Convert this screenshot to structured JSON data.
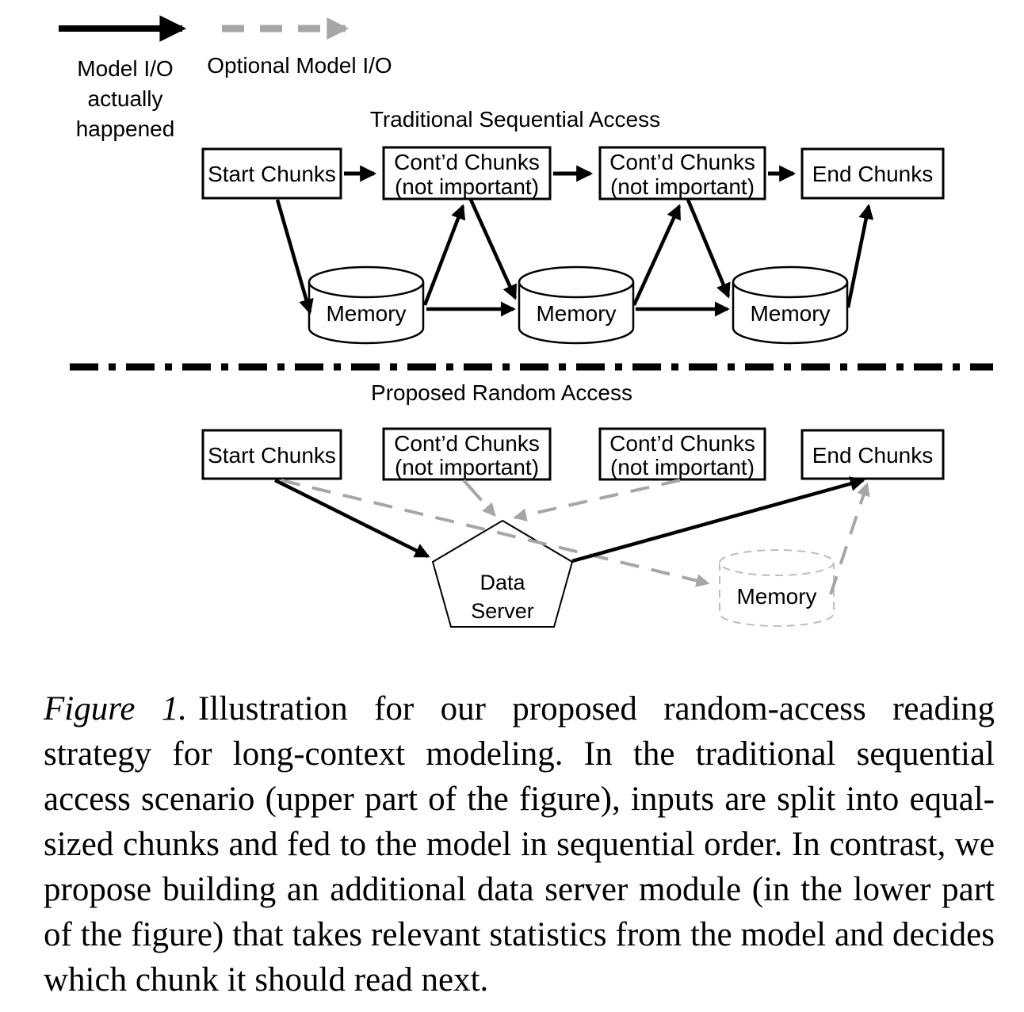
{
  "colors": {
    "line_black": "#000000",
    "optional_gray": "#a6a6a6",
    "memory_dashed_gray": "#bdbdbd",
    "background": "#ffffff"
  },
  "legend": {
    "model_io": {
      "lines": [
        "Model I/O",
        "actually",
        "happened"
      ]
    },
    "optional_model_io": {
      "label": "Optional Model I/O"
    }
  },
  "traditional": {
    "title": "Traditional Sequential Access",
    "start_box": "Start Chunks",
    "contd_box_1": {
      "line1": "Cont’d Chunks",
      "line2": "(not important)"
    },
    "contd_box_2": {
      "line1": "Cont’d Chunks",
      "line2": "(not important)"
    },
    "end_box": "End Chunks",
    "memory_1": "Memory",
    "memory_2": "Memory",
    "memory_3": "Memory"
  },
  "proposed": {
    "title": "Proposed Random Access",
    "start_box": "Start Chunks",
    "contd_box_1": {
      "line1": "Cont’d Chunks",
      "line2": "(not important)"
    },
    "contd_box_2": {
      "line1": "Cont’d Chunks",
      "line2": "(not important)"
    },
    "end_box": "End Chunks",
    "data_server": {
      "line1": "Data",
      "line2": "Server"
    },
    "memory": "Memory"
  },
  "caption": {
    "figure_label": "Figure 1.",
    "text": "Illustration for our proposed random-access reading strategy for long-context modeling. In the traditional sequential access scenario (upper part of the figure), inputs are split into equal-sized chunks and fed to the model in sequential order. In contrast, we propose building an additional data server module (in the lower part of the figure) that takes relevant statistics from the model and decides which chunk it should read next."
  }
}
